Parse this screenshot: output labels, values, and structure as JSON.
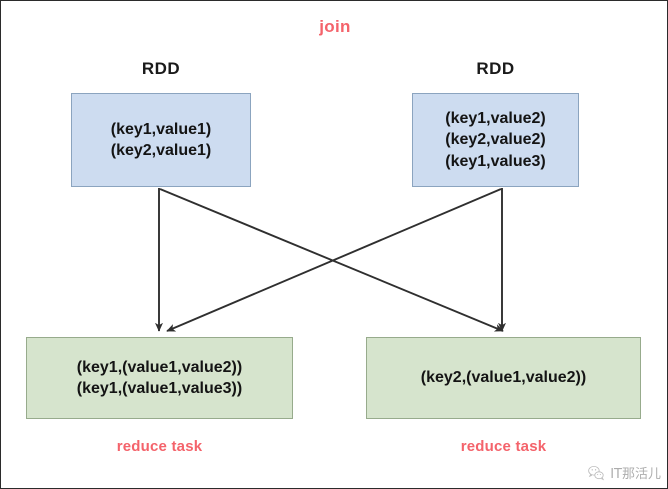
{
  "diagram": {
    "title": "join",
    "title_color": "#f4636b",
    "background": "#ffffff",
    "border_color": "#2b2b2b",
    "sources": [
      {
        "label": "RDD",
        "box_fill": "#cddcf0",
        "box_border": "#8ba4bf",
        "lines": [
          "(key1,value1)",
          "(key2,value1)"
        ]
      },
      {
        "label": "RDD",
        "box_fill": "#cddcf0",
        "box_border": "#8ba4bf",
        "lines": [
          "(key1,value2)",
          "(key2,value2)",
          "(key1,value3)"
        ]
      }
    ],
    "targets": [
      {
        "caption": "reduce task",
        "caption_color": "#f4636b",
        "box_fill": "#d6e4cd",
        "box_border": "#97ab8c",
        "lines": [
          "(key1,(value1,value2))",
          "(key1,(value1,value3))"
        ]
      },
      {
        "caption": "reduce task",
        "caption_color": "#f4636b",
        "box_fill": "#d6e4cd",
        "box_border": "#97ab8c",
        "lines": [
          "(key2,(value1,value2))"
        ]
      }
    ],
    "arrows": [
      {
        "name": "left-rdd-to-left-reduce",
        "from": "source-0",
        "to": "target-0"
      },
      {
        "name": "left-rdd-to-right-reduce",
        "from": "source-0",
        "to": "target-1"
      },
      {
        "name": "right-rdd-to-right-reduce",
        "from": "source-1",
        "to": "target-1"
      },
      {
        "name": "right-rdd-to-left-reduce",
        "from": "source-1",
        "to": "target-0"
      }
    ],
    "arrow_color": "#2f2f2f"
  },
  "watermark": {
    "text": "IT那活儿",
    "icon": "wechat-icon"
  }
}
